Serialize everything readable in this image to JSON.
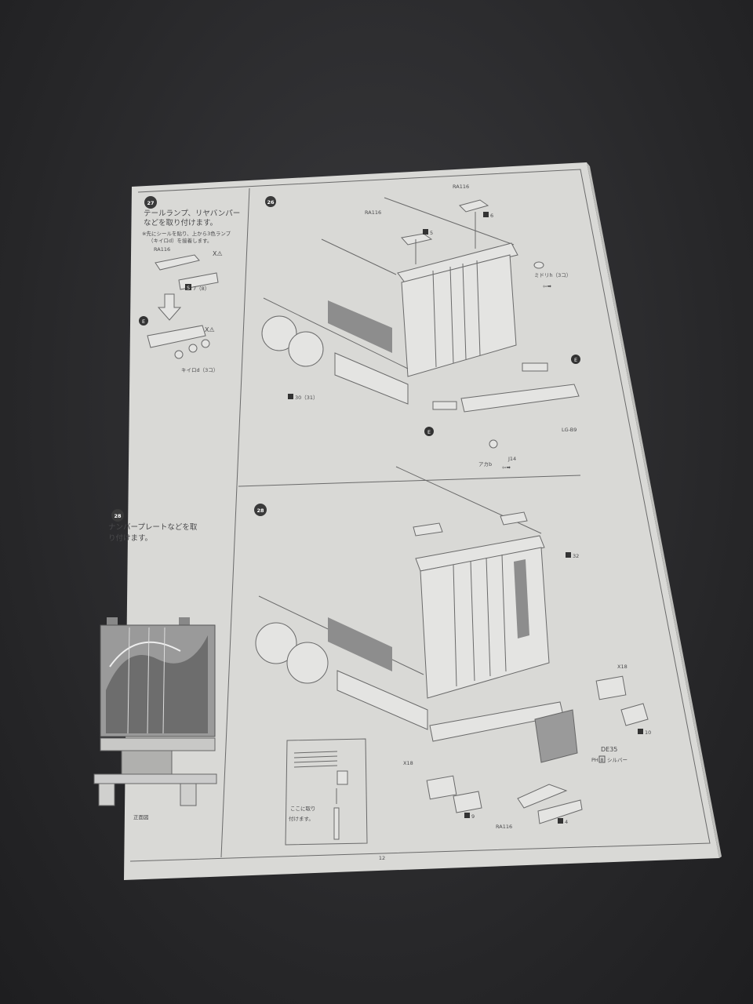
{
  "page_number": "12",
  "step27": {
    "number": "27",
    "title_lines": [
      "テールランプ、リヤバンパー",
      "などを取り付けます。"
    ],
    "note_lines": [
      "※先にシールを貼り、上から3色ランプ",
      "（キイロd）を接着します。"
    ],
    "part_ra": "RA116",
    "warn1": "X⚠",
    "sticker": "7（8）",
    "e_label": "E",
    "warn2": "X⚠",
    "lamp_label": "キイロd（3コ）"
  },
  "step26": {
    "number": "26",
    "ra_left": "RA116",
    "ra_right": "RA116",
    "s5": "5",
    "s6": "6",
    "midori": "ミドリh（3コ）",
    "s30": "30（31）",
    "e_right": "E",
    "e_left": "E",
    "lg": "LG-B9",
    "akab": "アカb",
    "j14": "J14"
  },
  "step28_left": {
    "number": "28",
    "title_lines": [
      "ナンバープレートなどを取",
      "り付けます。"
    ],
    "front_view": "正面図"
  },
  "step28": {
    "number": "28",
    "s32": "32",
    "x18_right": "X18",
    "s10": "10",
    "de35": "DE35",
    "ph": "PH",
    "ph_num": "8",
    "silver": "シルバー",
    "x18_left": "X18",
    "s9": "9",
    "ra116": "RA116",
    "s4": "4",
    "inset_lines": [
      "ここに取り",
      "付けます。"
    ]
  },
  "sticker_mark": "S"
}
